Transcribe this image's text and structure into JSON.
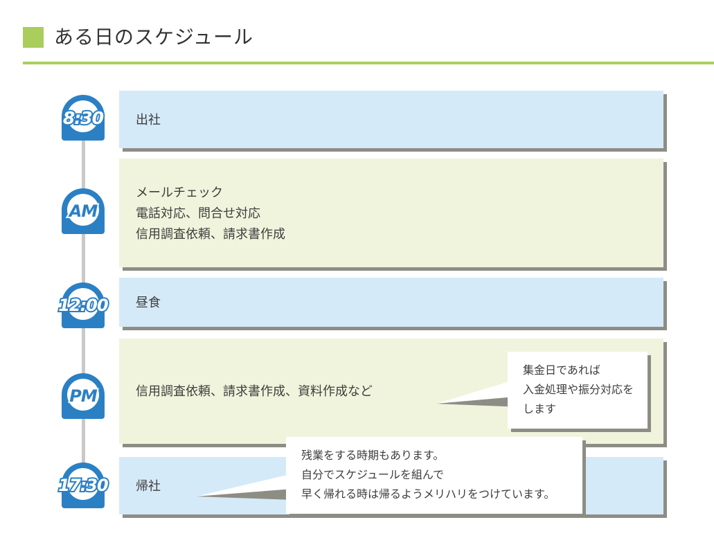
{
  "header": {
    "title": "ある日のスケジュール",
    "bullet_color": "#a9ce5e",
    "rule_color": "#a9ce5e"
  },
  "theme": {
    "badge_blue": "#2b80c4",
    "box_blue": "#d5eaf8",
    "box_yellow": "#f1f4dc",
    "shadow_gray": "#8e8d85",
    "spine_gray": "#c9c9c9",
    "text_color": "#3d3d3d"
  },
  "timeline": {
    "rows": [
      {
        "time": "8:30",
        "badge_style": "num",
        "box_color": "blue",
        "text": "出社"
      },
      {
        "time": "AM",
        "badge_style": "word",
        "box_color": "yellow",
        "text": "メールチェック\n電話対応、問合せ対応\n信用調査依頼、請求書作成"
      },
      {
        "time": "12:00",
        "badge_style": "wide",
        "box_color": "blue",
        "text": "昼食"
      },
      {
        "time": "PM",
        "badge_style": "word",
        "box_color": "yellow",
        "text": "信用調査依頼、請求書作成、資料作成など"
      },
      {
        "time": "17:30",
        "badge_style": "wide",
        "box_color": "blue",
        "text": "帰社"
      }
    ]
  },
  "callouts": [
    {
      "id": "pm-callout",
      "text": "集金日であれば\n入金処理や振分対応を\nします"
    },
    {
      "id": "evening-callout",
      "text": "残業をする時期もあります。\n自分でスケジュールを組んで\n早く帰れる時は帰るようメリハリをつけています。"
    }
  ]
}
